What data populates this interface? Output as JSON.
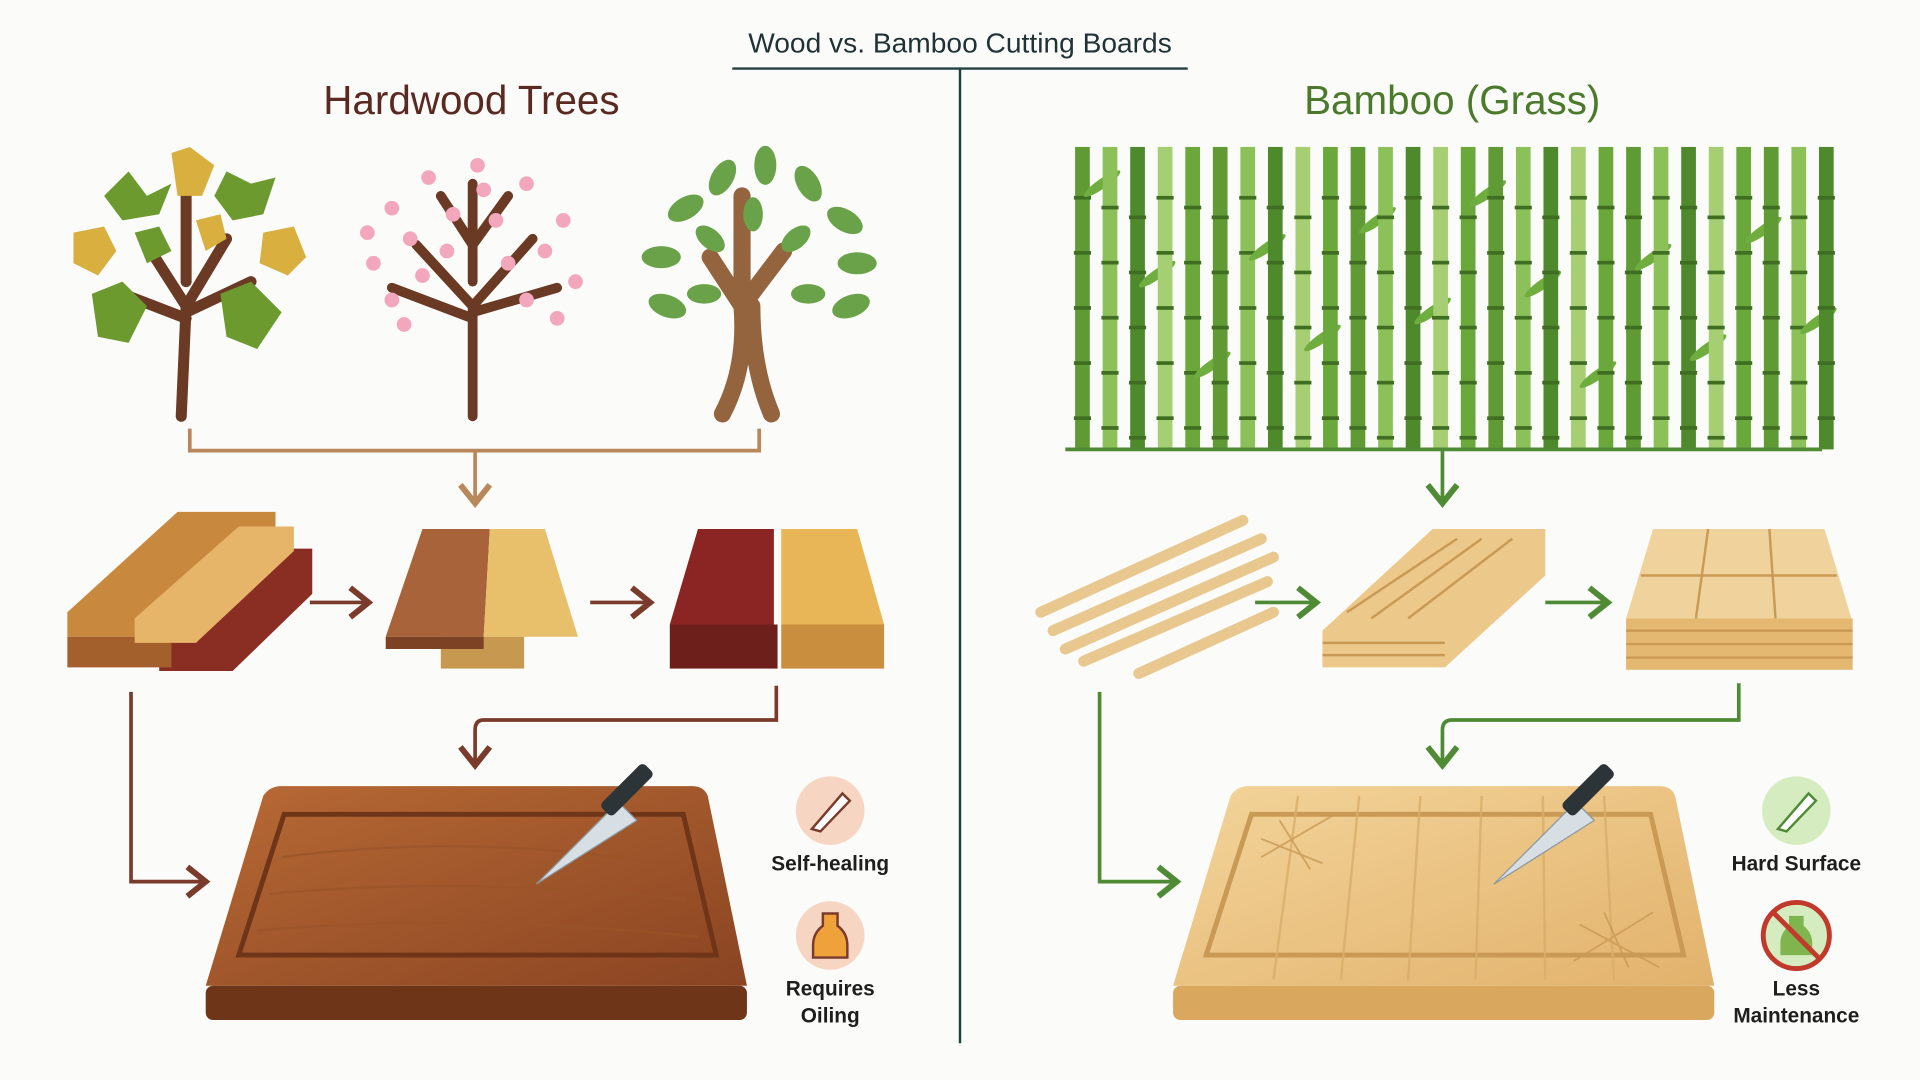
{
  "title": "Wood vs. Bamboo Cutting Boards",
  "wood": {
    "heading": "Hardwood Trees",
    "features": [
      {
        "icon": "knife-icon",
        "label_lines": [
          "Self-healing"
        ]
      },
      {
        "icon": "oil-bottle-icon",
        "label_lines": [
          "Requires",
          "Oiling"
        ]
      }
    ]
  },
  "bamboo": {
    "heading": "Bamboo (Grass)",
    "features": [
      {
        "icon": "knife-icon",
        "label_lines": [
          "Hard Surface"
        ]
      },
      {
        "icon": "no-oil-icon",
        "label_lines": [
          "Less",
          "Maintenance"
        ]
      }
    ]
  },
  "colors": {
    "wood_arrow": "#7a3a2c",
    "wood_bracket": "#b8875a",
    "bamboo_arrow": "#4f8a35",
    "divider": "#24403f"
  }
}
